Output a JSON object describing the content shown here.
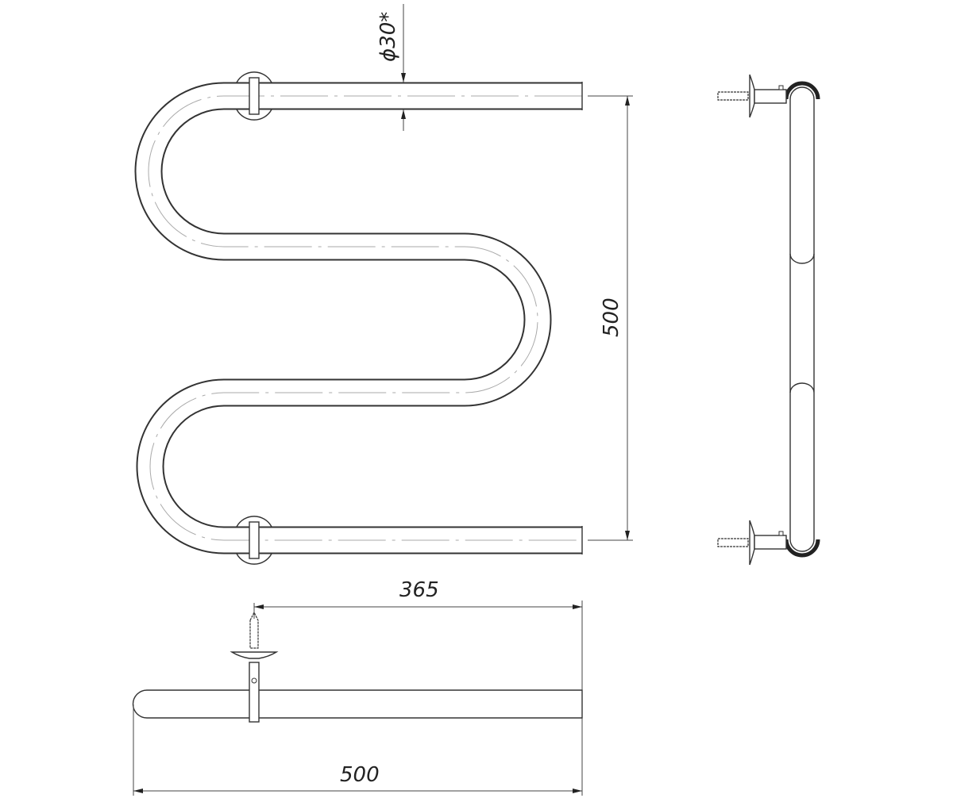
{
  "drawing": {
    "title": "S-shaped towel rail technical drawing",
    "dimensions": {
      "tube_diameter": "ϕ30*",
      "height": "500",
      "wall_offset": "365",
      "width": "500"
    },
    "colors": {
      "line": "#333333",
      "centerline": "#aaaaaa",
      "background": "#ffffff"
    }
  }
}
